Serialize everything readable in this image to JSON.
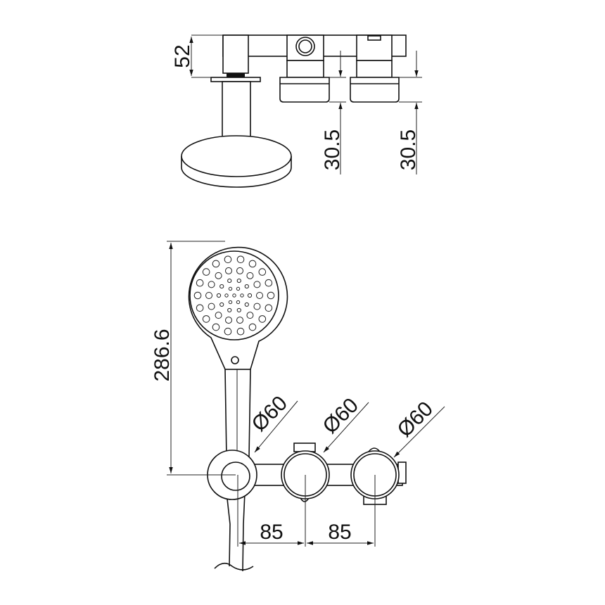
{
  "dimensions": {
    "top_height": "52",
    "valve_depth_1": "30.5",
    "valve_depth_2": "30.5",
    "handshower_length": "286.6",
    "diameter_1": "Ø60",
    "diameter_2": "Ø60",
    "diameter_3": "Ø60",
    "spacing_1": "85",
    "spacing_2": "85"
  },
  "colors": {
    "line": "#111111",
    "background": "#ffffff"
  }
}
